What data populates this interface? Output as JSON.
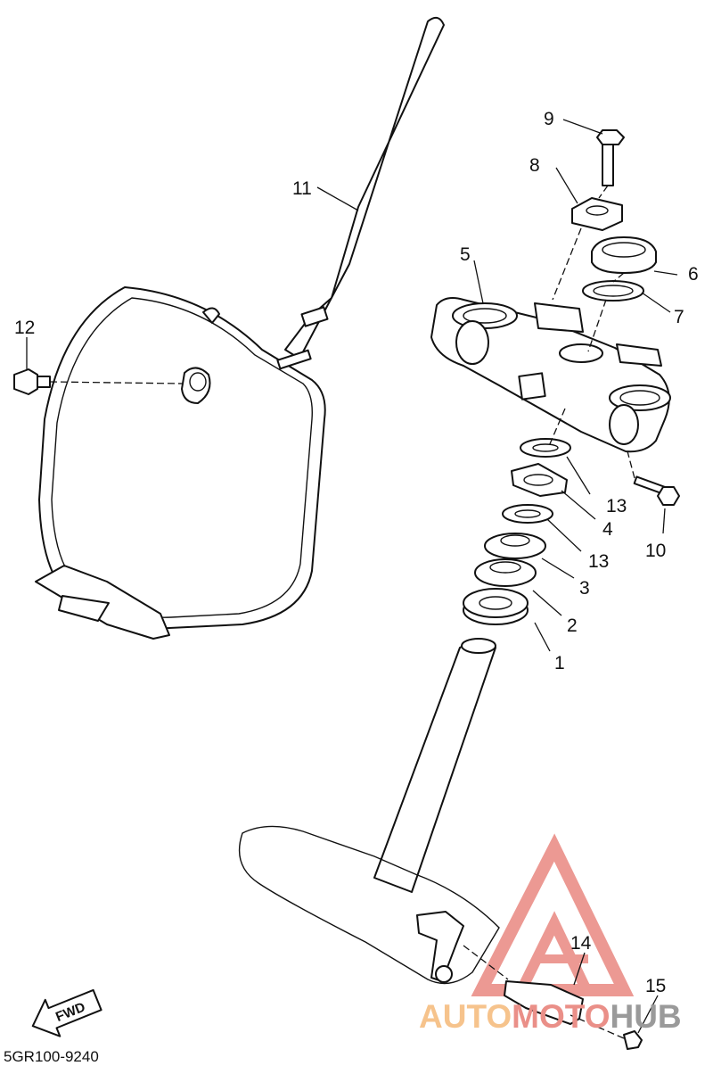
{
  "diagram_code": "5GR100-9240",
  "forward_label": "FWD",
  "watermark": {
    "part1": "AUTO",
    "part2": "MOTO",
    "part3": "HUB",
    "color_orange": "#f6c38c",
    "color_red": "#ea8f88",
    "color_gray": "#9a9a9a"
  },
  "callouts": [
    {
      "id": "1",
      "label": "1"
    },
    {
      "id": "2",
      "label": "2"
    },
    {
      "id": "3",
      "label": "3"
    },
    {
      "id": "4",
      "label": "4"
    },
    {
      "id": "5",
      "label": "5"
    },
    {
      "id": "6",
      "label": "6"
    },
    {
      "id": "7",
      "label": "7"
    },
    {
      "id": "8",
      "label": "8"
    },
    {
      "id": "9",
      "label": "9"
    },
    {
      "id": "10",
      "label": "10"
    },
    {
      "id": "11",
      "label": "11"
    },
    {
      "id": "12",
      "label": "12"
    },
    {
      "id": "13a",
      "label": "13"
    },
    {
      "id": "13b",
      "label": "13"
    },
    {
      "id": "14",
      "label": "14"
    },
    {
      "id": "15",
      "label": "15"
    }
  ]
}
